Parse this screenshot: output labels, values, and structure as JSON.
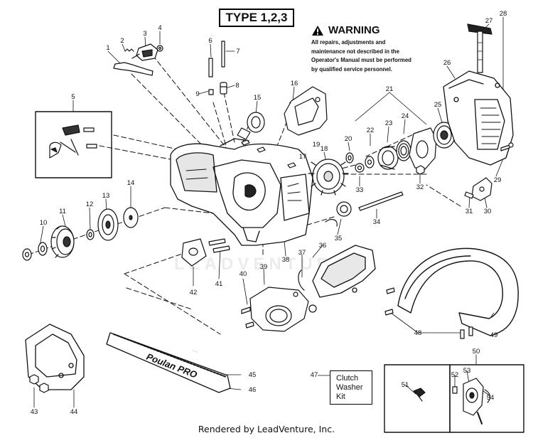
{
  "title": "TYPE 1,2,3",
  "warning": {
    "heading": "WARNING",
    "text": "All repairs, adjustments and maintenance not described in the Operator's Manual must be performed by qualified service personnel."
  },
  "kit_label": "Clutch Washer Kit",
  "bar_brand": "Poulan PRO",
  "watermark": "LEADVENTURE",
  "credit": "Rendered by LeadVenture, Inc.",
  "callouts": [
    {
      "id": "1",
      "label": "1"
    },
    {
      "id": "2",
      "label": "2"
    },
    {
      "id": "3",
      "label": "3"
    },
    {
      "id": "4",
      "label": "4"
    },
    {
      "id": "5",
      "label": "5"
    },
    {
      "id": "6",
      "label": "6"
    },
    {
      "id": "7",
      "label": "7"
    },
    {
      "id": "8",
      "label": "8"
    },
    {
      "id": "9",
      "label": "9"
    },
    {
      "id": "10",
      "label": "10"
    },
    {
      "id": "11",
      "label": "11"
    },
    {
      "id": "12",
      "label": "12"
    },
    {
      "id": "13",
      "label": "13"
    },
    {
      "id": "14",
      "label": "14"
    },
    {
      "id": "15",
      "label": "15"
    },
    {
      "id": "16",
      "label": "16"
    },
    {
      "id": "17",
      "label": "17"
    },
    {
      "id": "18",
      "label": "18"
    },
    {
      "id": "19",
      "label": "19"
    },
    {
      "id": "20",
      "label": "20"
    },
    {
      "id": "21",
      "label": "21"
    },
    {
      "id": "22",
      "label": "22"
    },
    {
      "id": "23",
      "label": "23"
    },
    {
      "id": "24",
      "label": "24"
    },
    {
      "id": "25",
      "label": "25"
    },
    {
      "id": "26",
      "label": "26"
    },
    {
      "id": "27",
      "label": "27"
    },
    {
      "id": "28",
      "label": "28"
    },
    {
      "id": "29",
      "label": "29"
    },
    {
      "id": "30",
      "label": "30"
    },
    {
      "id": "31",
      "label": "31"
    },
    {
      "id": "32",
      "label": "32"
    },
    {
      "id": "33",
      "label": "33"
    },
    {
      "id": "34",
      "label": "34"
    },
    {
      "id": "35",
      "label": "35"
    },
    {
      "id": "36",
      "label": "36"
    },
    {
      "id": "37",
      "label": "37"
    },
    {
      "id": "38",
      "label": "38"
    },
    {
      "id": "39",
      "label": "39"
    },
    {
      "id": "40",
      "label": "40"
    },
    {
      "id": "41",
      "label": "41"
    },
    {
      "id": "42",
      "label": "42"
    },
    {
      "id": "43",
      "label": "43"
    },
    {
      "id": "44",
      "label": "44"
    },
    {
      "id": "45",
      "label": "45"
    },
    {
      "id": "46",
      "label": "46"
    },
    {
      "id": "47",
      "label": "47"
    },
    {
      "id": "48",
      "label": "48"
    },
    {
      "id": "49",
      "label": "49"
    },
    {
      "id": "50",
      "label": "50"
    },
    {
      "id": "51",
      "label": "51"
    },
    {
      "id": "52",
      "label": "52"
    },
    {
      "id": "53",
      "label": "53"
    },
    {
      "id": "54",
      "label": "54"
    }
  ]
}
